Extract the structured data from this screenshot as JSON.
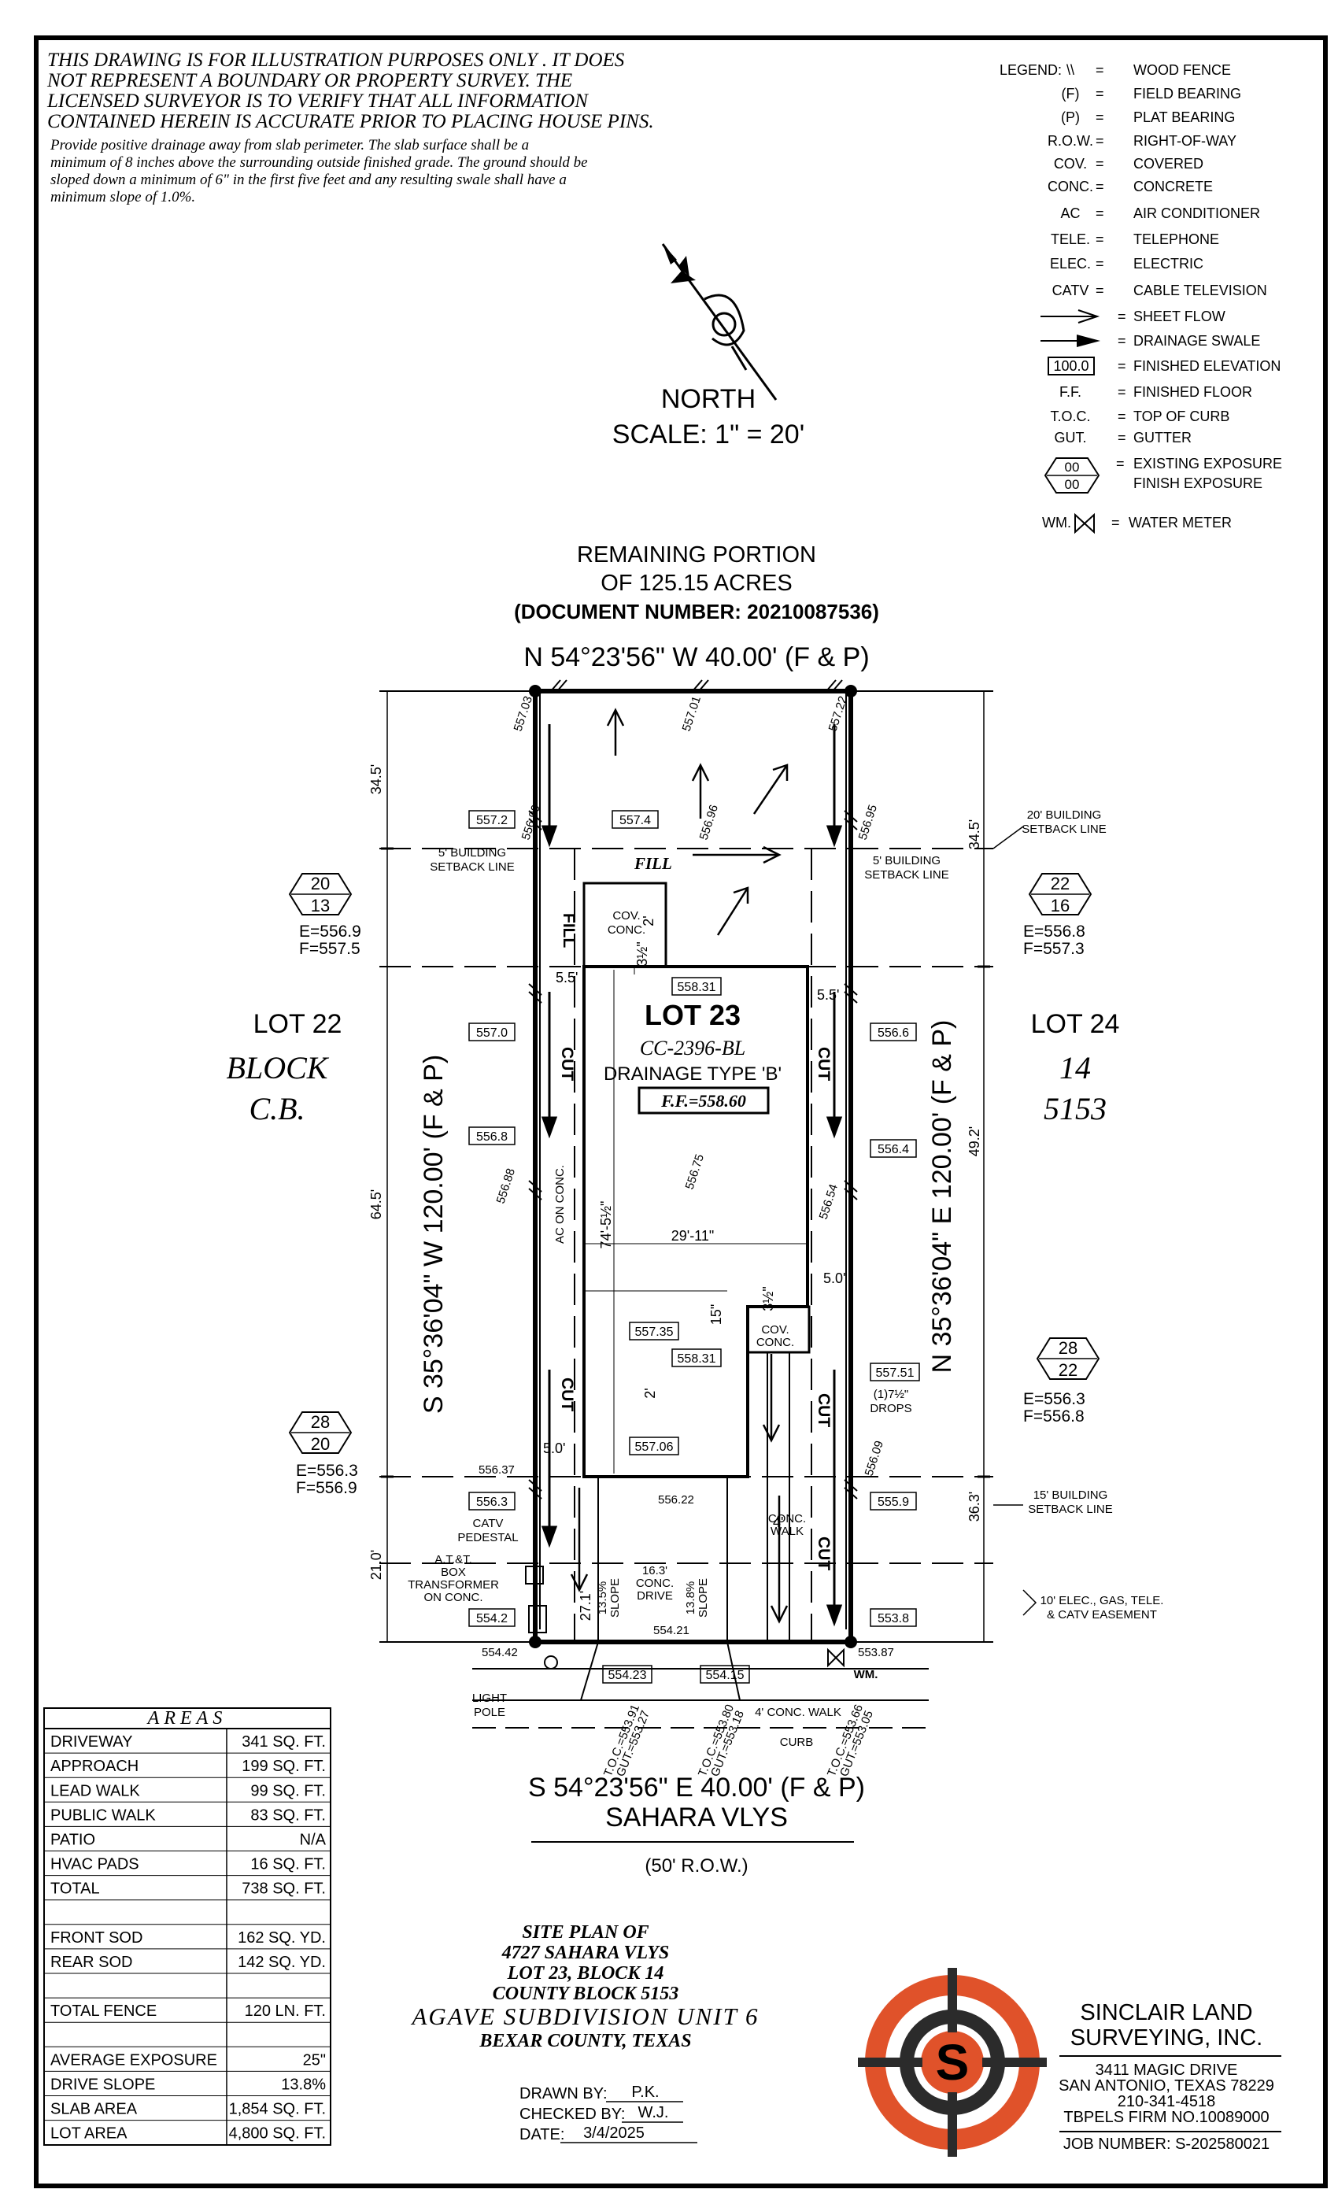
{
  "disclaimer": [
    "THIS DRAWING IS FOR ILLUSTRATION PURPOSES ONLY . IT DOES",
    "NOT REPRESENT A BOUNDARY OR PROPERTY SURVEY. THE",
    "LICENSED SURVEYOR IS TO VERIFY THAT ALL INFORMATION",
    "CONTAINED HEREIN IS ACCURATE PRIOR TO PLACING HOUSE PINS."
  ],
  "drainage_note": [
    "Provide positive drainage away from slab perimeter. The slab surface shall be a",
    "minimum of 8 inches above the surrounding outside finished grade. The ground should be",
    "sloped down a minimum of 6\" in the first five feet and any resulting swale shall have a",
    "minimum slope of 1.0%."
  ],
  "legend": {
    "title": "LEGEND:",
    "items": [
      {
        "symbol": "\\\\",
        "text": "WOOD FENCE"
      },
      {
        "symbol": "(F)",
        "text": "FIELD BEARING"
      },
      {
        "symbol": "(P)",
        "text": "PLAT BEARING"
      },
      {
        "symbol": "R.O.W.",
        "text": "RIGHT-OF-WAY"
      },
      {
        "symbol": "COV.",
        "text": "COVERED"
      },
      {
        "symbol": "CONC.",
        "text": "CONCRETE"
      },
      {
        "symbol": "AC",
        "text": "AIR CONDITIONER"
      },
      {
        "symbol": "TELE.",
        "text": "TELEPHONE"
      },
      {
        "symbol": "ELEC.",
        "text": "ELECTRIC"
      },
      {
        "symbol": "CATV",
        "text": "CABLE TELEVISION"
      },
      {
        "symbol": "",
        "text": "SHEET FLOW"
      },
      {
        "symbol": "",
        "text": "DRAINAGE SWALE"
      },
      {
        "symbol": "100.0",
        "text": "FINISHED ELEVATION"
      },
      {
        "symbol": "F.F.",
        "text": "FINISHED FLOOR"
      },
      {
        "symbol": "T.O.C.",
        "text": "TOP OF CURB"
      },
      {
        "symbol": "GUT.",
        "text": "GUTTER"
      },
      {
        "symbol": "00",
        "text": "EXISTING EXPOSURE"
      },
      {
        "symbol": "00",
        "text": "FINISH EXPOSURE"
      },
      {
        "symbol": "WM.",
        "text": "WATER METER"
      }
    ]
  },
  "north": {
    "label": "NORTH",
    "scale": "SCALE: 1\" = 20'"
  },
  "adjoiner_top": [
    "REMAINING PORTION",
    "OF 125.15 ACRES",
    "(DOCUMENT NUMBER: 20210087536)"
  ],
  "bearings": {
    "top": "N 54°23'56\" W 40.00' (F & P)",
    "bottom": "S 54°23'56\" E 40.00' (F & P)",
    "left": "S 35°36'04\" W 120.00' (F & P)",
    "right": "N 35°36'04\" E 120.00' (F & P)"
  },
  "street": {
    "name": "SAHARA VLYS",
    "row": "(50' R.O.W.)"
  },
  "lot_left": {
    "line1": "LOT 22",
    "line2": "BLOCK",
    "line3": "C.B."
  },
  "lot_right": {
    "line1": "LOT 24",
    "line2": "14",
    "line3": "5153"
  },
  "lot": {
    "title": "LOT 23",
    "plan": "CC-2396-BL",
    "drainage": "DRAINAGE TYPE 'B'",
    "ff": "F.F.=558.60"
  },
  "exposures": [
    {
      "top": "20",
      "bottom": "13",
      "e": "E=556.9",
      "f": "F=557.5"
    },
    {
      "top": "22",
      "bottom": "16",
      "e": "E=556.8",
      "f": "F=557.3"
    },
    {
      "top": "28",
      "bottom": "20",
      "e": "E=556.3",
      "f": "F=556.9"
    },
    {
      "top": "28",
      "bottom": "22",
      "e": "E=556.3",
      "f": "F=556.8"
    }
  ],
  "boxed_elevations": [
    "557.2",
    "557.4",
    "558.31",
    "557.0",
    "556.6",
    "556.8",
    "556.4",
    "557.35",
    "558.31",
    "557.51",
    "557.06",
    "556.3",
    "555.9",
    "554.2",
    "553.8",
    "554.23",
    "554.15"
  ],
  "spot_elevations": [
    "557.03",
    "557.01",
    "557.22",
    "556.99",
    "556.96",
    "556.95",
    "556.75",
    "556.88",
    "556.54",
    "556.37",
    "556.22",
    "556.09",
    "554.42",
    "554.21",
    "553.87"
  ],
  "dims": [
    "34.5'",
    "34.5'",
    "64.5'",
    "49.2'",
    "21.0'",
    "36.3'",
    "5.5'",
    "5.5'",
    "5.0'",
    "5.0'",
    "74'-5½\"",
    "29'-11\"",
    "27.1'",
    "15\"",
    "2'",
    "3½\"",
    "3½\"",
    "4'",
    "2'"
  ],
  "labels": {
    "bsl5_left": [
      "5' BUILDING",
      "SETBACK LINE"
    ],
    "bsl5_right": [
      "5' BUILDING",
      "SETBACK LINE"
    ],
    "bsl20": [
      "20' BUILDING",
      "SETBACK LINE"
    ],
    "bsl15": [
      "15' BUILDING",
      "SETBACK LINE"
    ],
    "easement": [
      "10' ELEC., GAS, TELE.",
      "& CATV EASEMENT"
    ],
    "cov_top": [
      "COV.",
      "CONC."
    ],
    "cov_side": [
      "COV.",
      "CONC."
    ],
    "ac": "AC ON CONC.",
    "drops": [
      "(1)7½\"",
      "DROPS"
    ],
    "catv": [
      "CATV",
      "PEDESTAL"
    ],
    "att": [
      "A.T.&T.",
      "BOX",
      "TRANSFORMER",
      "ON CONC."
    ],
    "drive": [
      "16.3'",
      "CONC.",
      "DRIVE"
    ],
    "slope_l": [
      "13.5%",
      "SLOPE"
    ],
    "slope_r": [
      "13.8%",
      "SLOPE"
    ],
    "walk": [
      "4'",
      "CONC.",
      "WALK"
    ],
    "light": [
      "LIGHT",
      "POLE"
    ],
    "walk4": "4' CONC. WALK",
    "curb": "CURB",
    "wm": "WM.",
    "fill": "FILL",
    "cut": "CUT",
    "toc1": [
      "T.O.C.=553.91",
      "GUT.=553.27"
    ],
    "toc2": [
      "T.O.C.=553.80",
      "GUT.=553.18"
    ],
    "toc3": [
      "T.O.C.=553.66",
      "GUT.=553.05"
    ]
  },
  "areas": {
    "title": "AREAS",
    "rows": [
      {
        "label": "DRIVEWAY",
        "value": "341 SQ. FT."
      },
      {
        "label": "APPROACH",
        "value": "199 SQ. FT."
      },
      {
        "label": "LEAD WALK",
        "value": "99 SQ. FT."
      },
      {
        "label": "PUBLIC WALK",
        "value": "83 SQ. FT."
      },
      {
        "label": "PATIO",
        "value": "N/A"
      },
      {
        "label": "HVAC PADS",
        "value": "16 SQ. FT."
      },
      {
        "label": "TOTAL",
        "value": "738 SQ. FT."
      },
      {
        "label": "",
        "value": ""
      },
      {
        "label": "FRONT SOD",
        "value": "162 SQ. YD."
      },
      {
        "label": "REAR SOD",
        "value": "142 SQ. YD."
      },
      {
        "label": "",
        "value": ""
      },
      {
        "label": "TOTAL FENCE",
        "value": "120 LN. FT."
      },
      {
        "label": "",
        "value": ""
      },
      {
        "label": "AVERAGE EXPOSURE",
        "value": "25\""
      },
      {
        "label": "DRIVE SLOPE",
        "value": "13.8%"
      },
      {
        "label": "SLAB AREA",
        "value": "1,854 SQ. FT."
      },
      {
        "label": "LOT AREA",
        "value": "4,800 SQ. FT."
      }
    ]
  },
  "title_block": [
    "SITE PLAN OF",
    "4727 SAHARA VLYS",
    "LOT 23, BLOCK 14",
    "COUNTY BLOCK 5153",
    "AGAVE SUBDIVISION UNIT 6",
    "BEXAR COUNTY, TEXAS"
  ],
  "drawn": {
    "drawn_label": "DRAWN BY:",
    "drawn_by": "P.K.",
    "checked_label": "CHECKED BY:",
    "checked_by": "W.J.",
    "date_label": "DATE:",
    "date": "3/4/2025"
  },
  "company": {
    "name1": "SINCLAIR LAND",
    "name2": "SURVEYING, INC.",
    "address": [
      "3411 MAGIC DRIVE",
      "SAN ANTONIO, TEXAS 78229",
      "210-341-4518",
      "TBPELS FIRM NO.10089000"
    ],
    "job": "JOB NUMBER:  S-202580021",
    "logo_letter": "S",
    "colors": {
      "logo_orange": "#e0522a",
      "logo_dark": "#2b2b2b"
    }
  }
}
